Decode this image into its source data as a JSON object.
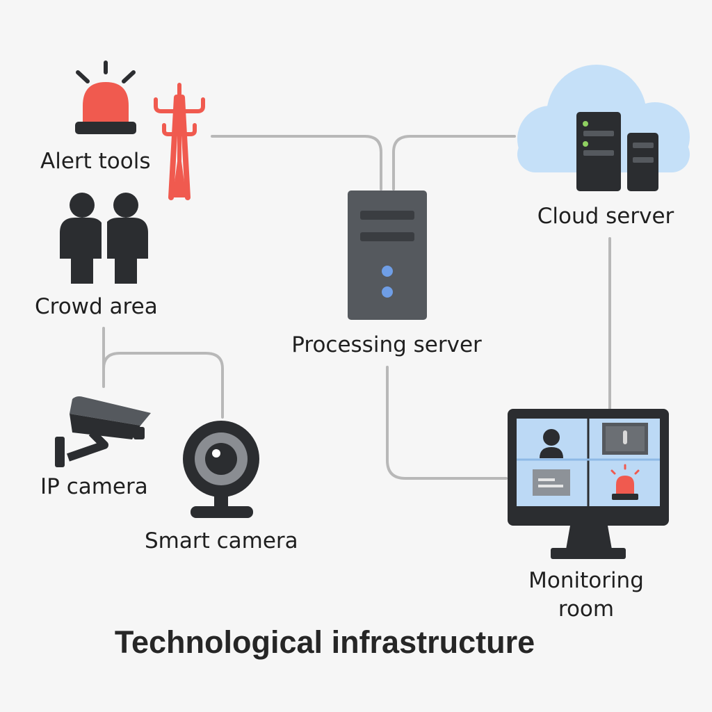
{
  "title": "Technological infrastructure",
  "nodes": {
    "alert_tools": {
      "label": "Alert tools",
      "icons": [
        "siren-icon",
        "antenna-tower-icon"
      ]
    },
    "crowd_area": {
      "label": "Crowd area",
      "icons": [
        "people-icon"
      ]
    },
    "ip_camera": {
      "label": "IP camera",
      "icons": [
        "cctv-camera-icon"
      ]
    },
    "smart_camera": {
      "label": "Smart camera",
      "icons": [
        "webcam-icon"
      ]
    },
    "processing_server": {
      "label": "Processing server",
      "icons": [
        "server-tower-icon"
      ]
    },
    "cloud_server": {
      "label": "Cloud server",
      "icons": [
        "cloud-icon",
        "server-rack-icon"
      ]
    },
    "monitoring_room": {
      "label_line1": "Monitoring",
      "label_line2": "room",
      "icons": [
        "monitor-icon"
      ]
    }
  },
  "colors": {
    "background": "#f6f6f6",
    "alert_red": "#f05a4f",
    "dark_gray": "#2b2d30",
    "server_gray": "#55595e",
    "cloud_blue": "#c5e0f8",
    "screen_blue": "#bcd9f5",
    "led_blue": "#6f9ee6",
    "led_green": "#8fd061",
    "connector": "#b8b8b8"
  }
}
